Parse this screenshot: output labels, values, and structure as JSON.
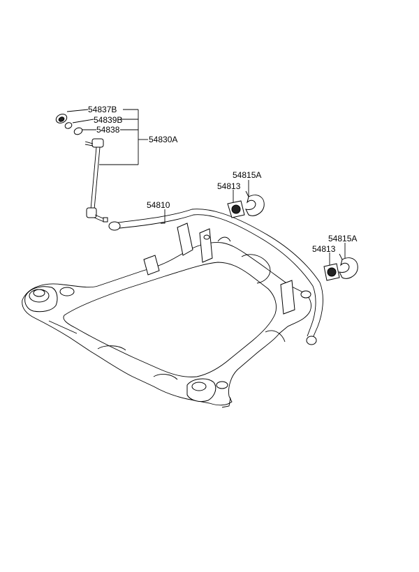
{
  "callouts": {
    "c1": "54837B",
    "c2": "54839B",
    "c3": "54838",
    "c4": "54830A",
    "c5": "54815A",
    "c6": "54813",
    "c7": "54810",
    "c8": "54815A",
    "c9": "54813"
  }
}
